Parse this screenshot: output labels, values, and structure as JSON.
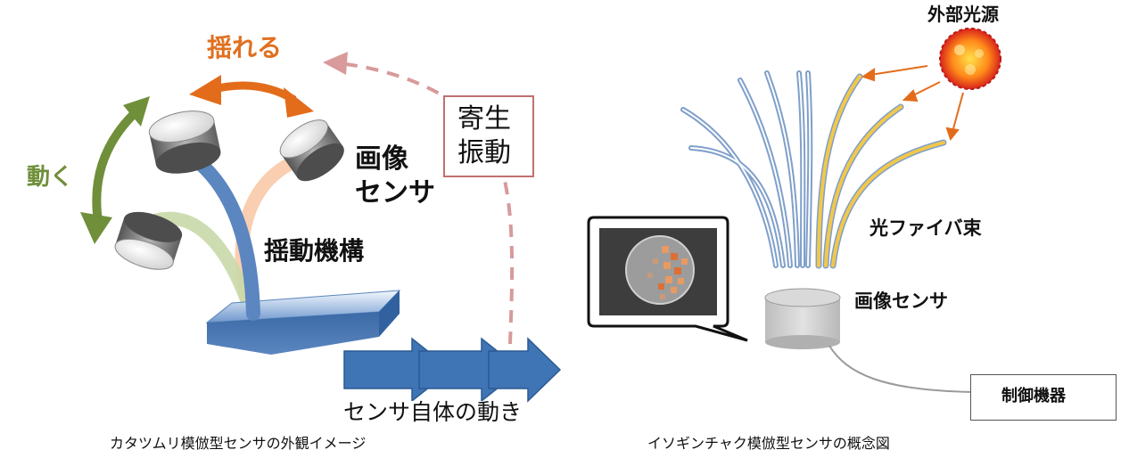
{
  "left": {
    "swing_label": "揺れる",
    "move_label": "動く",
    "sensor_label_line1": "画像",
    "sensor_label_line2": "センサ",
    "mechanism_label": "揺動機構",
    "parasitic_line1": "寄生",
    "parasitic_line2": "振動",
    "self_motion_label": "センサ自体の動き",
    "caption": "カタツムリ模倣型センサの外観イメージ"
  },
  "right": {
    "light_source_label": "外部光源",
    "fiber_label": "光ファイバ束",
    "sensor_label": "画像センサ",
    "controller_label": "制御機器",
    "caption": "イソギンチャク模倣型センサの概念図"
  },
  "colors": {
    "swing_arrow": "#e36c1b",
    "move_arrow": "#6f8f3a",
    "motion_arrow": "#3f74b5",
    "parasitic_dash": "#d89a9a",
    "fiber_blue": "#9cb6d8",
    "fiber_yellow": "#f2c84a",
    "light_orange": "#ff7a1a"
  }
}
